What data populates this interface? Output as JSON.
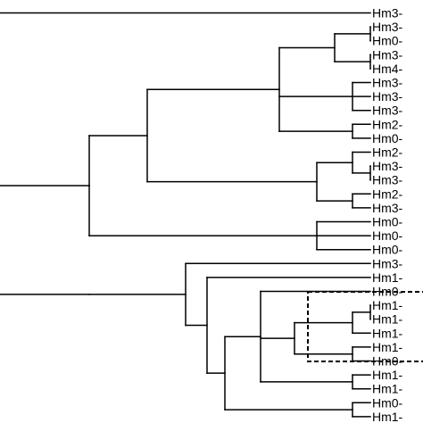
{
  "tree": {
    "leaves": [
      {
        "label": "Hm3-"
      },
      {
        "label": "Hm3-"
      },
      {
        "label": "Hm0-"
      },
      {
        "label": "Hm3-"
      },
      {
        "label": "Hm4-"
      },
      {
        "label": "Hm3-"
      },
      {
        "label": "Hm3-"
      },
      {
        "label": "Hm3-"
      },
      {
        "label": "Hm2-"
      },
      {
        "label": "Hm0-"
      },
      {
        "label": "Hm2-"
      },
      {
        "label": "Hm3-"
      },
      {
        "label": "Hm3-"
      },
      {
        "label": "Hm2-"
      },
      {
        "label": "Hm3-"
      },
      {
        "label": "Hm0-"
      },
      {
        "label": "Hm0-"
      },
      {
        "label": "Hm0-"
      },
      {
        "label": "Hm3-"
      },
      {
        "label": "Hm1-"
      },
      {
        "label": "Hm0-"
      },
      {
        "label": "Hm1-"
      },
      {
        "label": "Hm1-"
      },
      {
        "label": "Hm1-"
      },
      {
        "label": "Hm1-"
      },
      {
        "label": "Hm0-"
      },
      {
        "label": "Hm1-"
      },
      {
        "label": "Hm1-"
      },
      {
        "label": "Hm0-"
      },
      {
        "label": "Hm1-"
      }
    ],
    "line_color": "#000000",
    "highlight_style": "dashed"
  }
}
